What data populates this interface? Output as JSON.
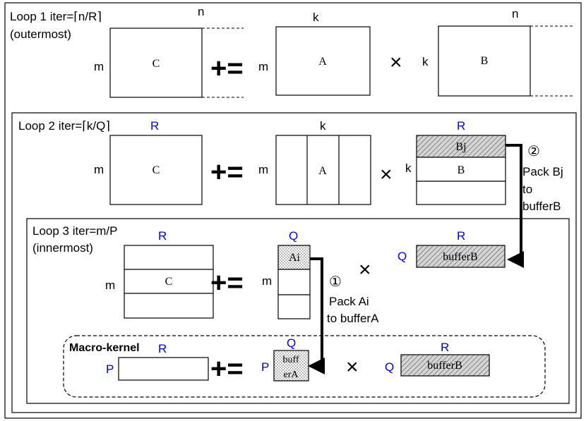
{
  "loop1": {
    "title_line1": "Loop 1  iter=⌈n/R⌉",
    "title_line2": "(outermost)",
    "dims": {
      "m_c": "m",
      "n_c": "n",
      "m_a": "m",
      "k_a": "k",
      "k_b": "k",
      "n_b": "n"
    },
    "C": "C",
    "A": "A",
    "B": "B",
    "plus_eq": "+=",
    "times": "×"
  },
  "loop2": {
    "title": "Loop 2  iter=⌈k/Q⌉",
    "dims": {
      "R_c": "R",
      "m_c": "m",
      "m_a": "m",
      "k_a": "k",
      "R_b": "R",
      "k_b": "k"
    },
    "C": "C",
    "A": "A",
    "Bj": "Bj",
    "B": "B",
    "plus_eq": "+=",
    "times": "×",
    "step": {
      "number": "②",
      "line1": "Pack Bj",
      "line2": "to",
      "line3": "bufferB"
    }
  },
  "loop3": {
    "title_line1": "Loop 3  iter=m/P",
    "title_line2": "(innermost)",
    "dims": {
      "R_c": "R",
      "m_c": "m",
      "Q_a": "Q",
      "m_a": "m",
      "R_b": "R",
      "Q_b": "Q"
    },
    "C": "C",
    "Ai": "Ai",
    "bufferB": "bufferB",
    "plus_eq": "+=",
    "times": "×",
    "step": {
      "number": "①",
      "line1": "Pack Ai",
      "line2": "to bufferA"
    }
  },
  "macro": {
    "title": "Macro-kernel",
    "dims": {
      "R_c": "R",
      "P_c": "P",
      "Q_a": "Q",
      "P_a": "P",
      "R_b": "R",
      "Q_b": "Q"
    },
    "bufferA_line1": "buff",
    "bufferA_line2": "erA",
    "bufferB": "bufferB",
    "plus_eq": "+=",
    "times": "×"
  },
  "colors": {
    "blue_label": "#0000e6",
    "hatch_fill": "#c8c8c8",
    "border": "#000000"
  }
}
